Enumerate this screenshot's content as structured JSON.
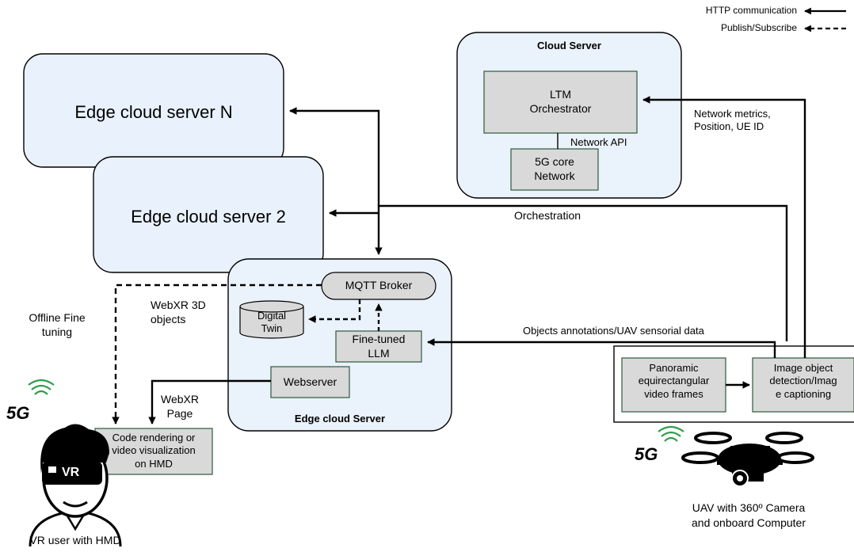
{
  "legend": {
    "http": "HTTP communication",
    "pubsub": "Publish/Subscribe"
  },
  "cloud_server": {
    "title": "Cloud Server",
    "ltm": [
      "LTM",
      "Orchestrator"
    ],
    "network_api": "Network API",
    "core": [
      "5G core",
      "Network"
    ]
  },
  "edge_n": {
    "title": "Edge cloud server N"
  },
  "edge_2": {
    "title": "Edge cloud server 2"
  },
  "edge_main": {
    "title": "Edge cloud Server",
    "mqtt": "MQTT Broker",
    "digital_twin": [
      "Digital",
      "Twin"
    ],
    "llm": [
      "Fine-tuned",
      "LLM"
    ],
    "webserver": "Webserver"
  },
  "labels": {
    "network_metrics": [
      "Network metrics,",
      "Position, UE ID"
    ],
    "orchestration": "Orchestration",
    "objects_annotations": "Objects annotations/UAV sensorial data",
    "webxr_3d": [
      "WebXR 3D",
      "objects"
    ],
    "offline": [
      "Offline Fine",
      "tuning"
    ],
    "webxr_page": [
      "WebXR",
      "Page"
    ]
  },
  "uav_module": {
    "panoramic": [
      "Panoramic",
      "equirectangular",
      "video frames"
    ],
    "detection": [
      "Image object",
      "detection/Imag",
      "e captioning"
    ]
  },
  "vr": {
    "code_render": [
      "Code rendering or",
      "video visualization",
      "on HMD"
    ],
    "caption": "VR user with HMD",
    "badge": "5G",
    "hmd_text": "VR"
  },
  "uav": {
    "caption": [
      "UAV with 360º Camera",
      "and onboard Computer"
    ],
    "badge": "5G"
  },
  "colors": {
    "edge_fill": "#e8f1fc",
    "cloud_fill": "#eaf2fb",
    "component_fill": "#d9d9d9",
    "component_border": "#2e5a3c",
    "fiveg_green": "#2e9e4a"
  }
}
